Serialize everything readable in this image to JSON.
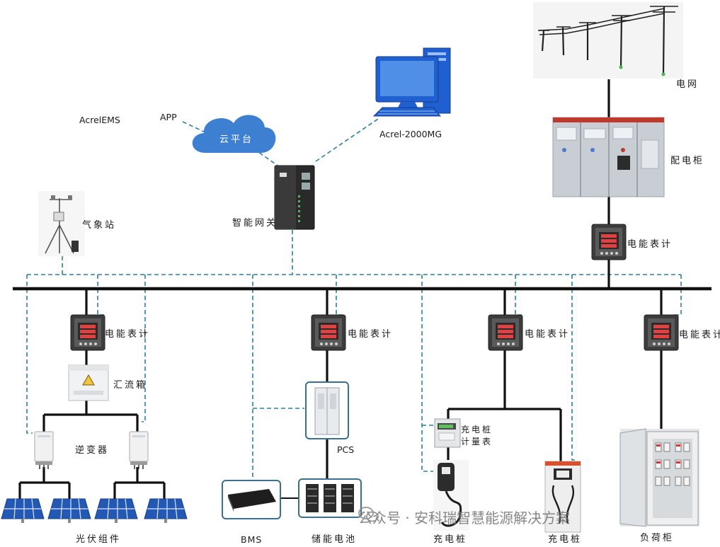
{
  "labels": {
    "power_grid": "电网",
    "distribution_cabinet": "配电柜",
    "gateway": "智能网关",
    "cloud": "云平台",
    "acrel_ems": "AcrelEMS",
    "app": "APP",
    "acrel_2000mg": "Acrel-2000MG",
    "weather_station": "气象站",
    "meter_main": "电能表计",
    "meter_pv": "电能表计",
    "meter_pcs": "电能表计",
    "meter_ev": "电能表计",
    "meter_load": "电能表计",
    "combiner_box": "汇流箱",
    "inverter": "逆变器",
    "pv_panels": "光伏组件",
    "pcs": "PCS",
    "bms": "BMS",
    "battery": "储能电池",
    "charge_meter_line1": "充电桩",
    "charge_meter_line2": "计量表",
    "ac_charger": "充电桩",
    "dc_charger": "充电桩",
    "load_cabinet": "负荷柜"
  },
  "watermark": {
    "text": "公众号 · 安科瑞智慧能源解决方案"
  },
  "colors": {
    "bus": "#111111",
    "comm_line": "#2f7fa0",
    "cloud": "#3d7fd1",
    "monitor": "#2a6fd8",
    "box_border": "#3a6f8f"
  }
}
